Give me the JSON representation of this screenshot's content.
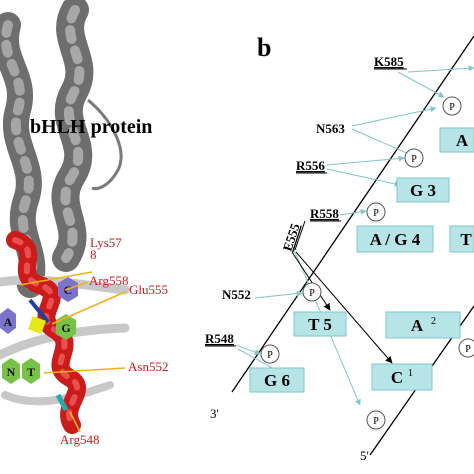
{
  "panel_b": {
    "letter": "b"
  },
  "panel_a": {
    "title": "bHLH protein",
    "residues": [
      "Lys57",
      "8",
      "Arg558",
      "Glu555",
      "Asn552",
      "Arg548"
    ],
    "bases": [
      "C",
      "A",
      "G",
      "N",
      "T"
    ]
  },
  "residues_b": {
    "k585": "K585",
    "n563": "N563",
    "r556": "R556",
    "r558": "R558",
    "e555": "E555",
    "n552": "N552",
    "r548": "R548"
  },
  "boxes": {
    "g3": "G 3",
    "ag4": "A / G 4",
    "t5": "T 5",
    "g6": "G 6",
    "a2": "A",
    "a2_sup": "2",
    "c1": "C",
    "c1_sup": "1",
    "a_right": "A",
    "t_right": "T"
  },
  "phosphate": "P",
  "ends": {
    "three_prime": "3'",
    "five_prime": "5'"
  },
  "colors": {
    "box_fill": "#b7e4e6",
    "helix_red": "#cc1b1b",
    "helix_gray": "#7d7d7d",
    "residue_red": "#cc1b1b",
    "leader_orange": "#f0b21a",
    "arrow_teal": "#7fc7c9"
  }
}
